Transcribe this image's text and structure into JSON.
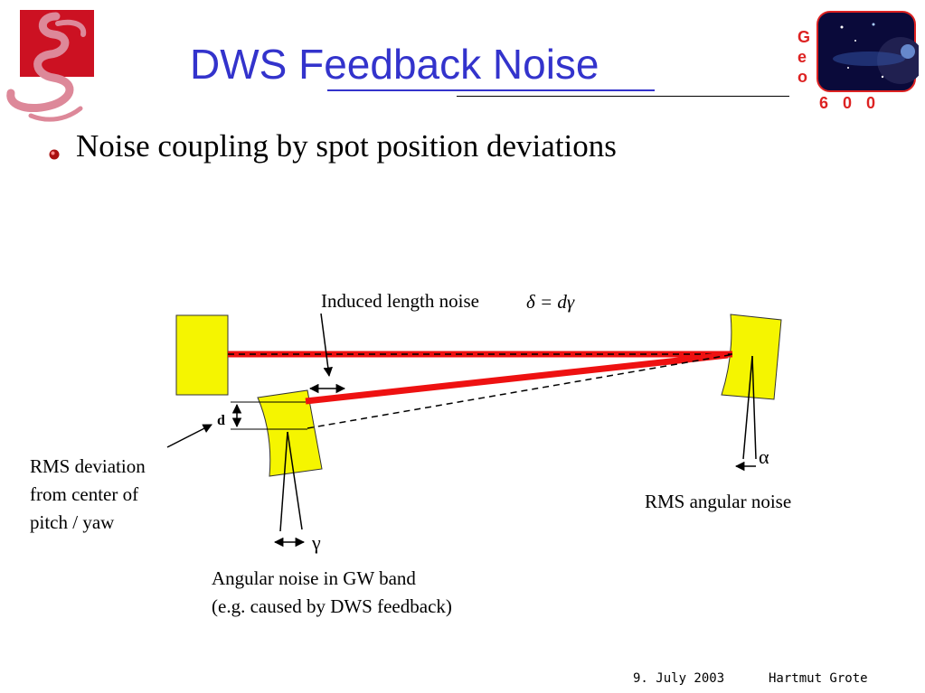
{
  "slide": {
    "title": "DWS Feedback Noise",
    "bullet": "Noise coupling by spot position deviations"
  },
  "logo_right": {
    "letters": [
      "G",
      "e",
      "o",
      "6",
      "0",
      "0"
    ]
  },
  "diagram": {
    "induced_label": "Induced length noise",
    "formula": "δ = dγ",
    "d_label": "d",
    "alpha_label": "α",
    "gamma_label": "γ",
    "rms_deviation": [
      "RMS deviation",
      "from center of",
      "pitch / yaw"
    ],
    "rms_angular": "RMS angular noise",
    "angular_gw": [
      "Angular noise in GW band",
      "(e.g. caused by DWS feedback)"
    ]
  },
  "footer": {
    "date": "9. July 2003",
    "author": "Hartmut Grote"
  },
  "colors": {
    "title": "#3333cc",
    "beam": "#ee1111",
    "mirror": "#f5f500",
    "logo_red": "#cc1122",
    "logo_pink": "#dd8899"
  }
}
